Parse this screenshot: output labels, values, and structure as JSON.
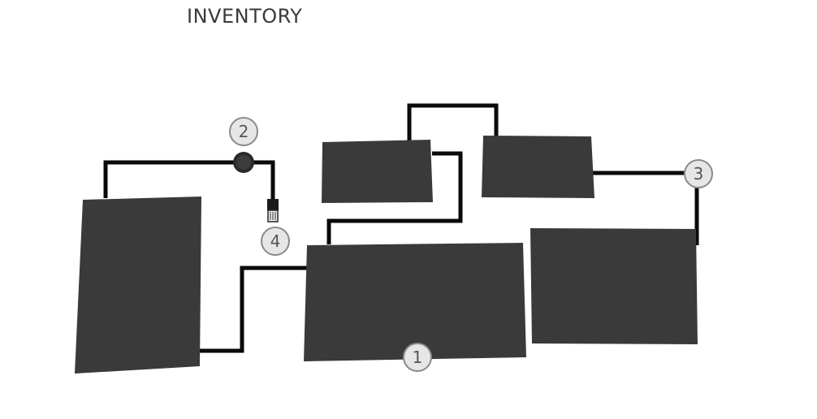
{
  "title": "INVENTORY",
  "colors": {
    "block_fill": "#3a3a3a",
    "cable": "#0a0a0a",
    "callout_fill": "#e6e6e6",
    "callout_stroke": "#8a8a8a",
    "callout_text": "#555555"
  },
  "callouts": [
    {
      "id": "callout-1",
      "label": "1"
    },
    {
      "id": "callout-2",
      "label": "2"
    },
    {
      "id": "callout-3",
      "label": "3"
    },
    {
      "id": "callout-4",
      "label": "4"
    }
  ],
  "icons": {
    "connector_knob": "round-connector-icon",
    "plug": "plug-connector-icon"
  }
}
